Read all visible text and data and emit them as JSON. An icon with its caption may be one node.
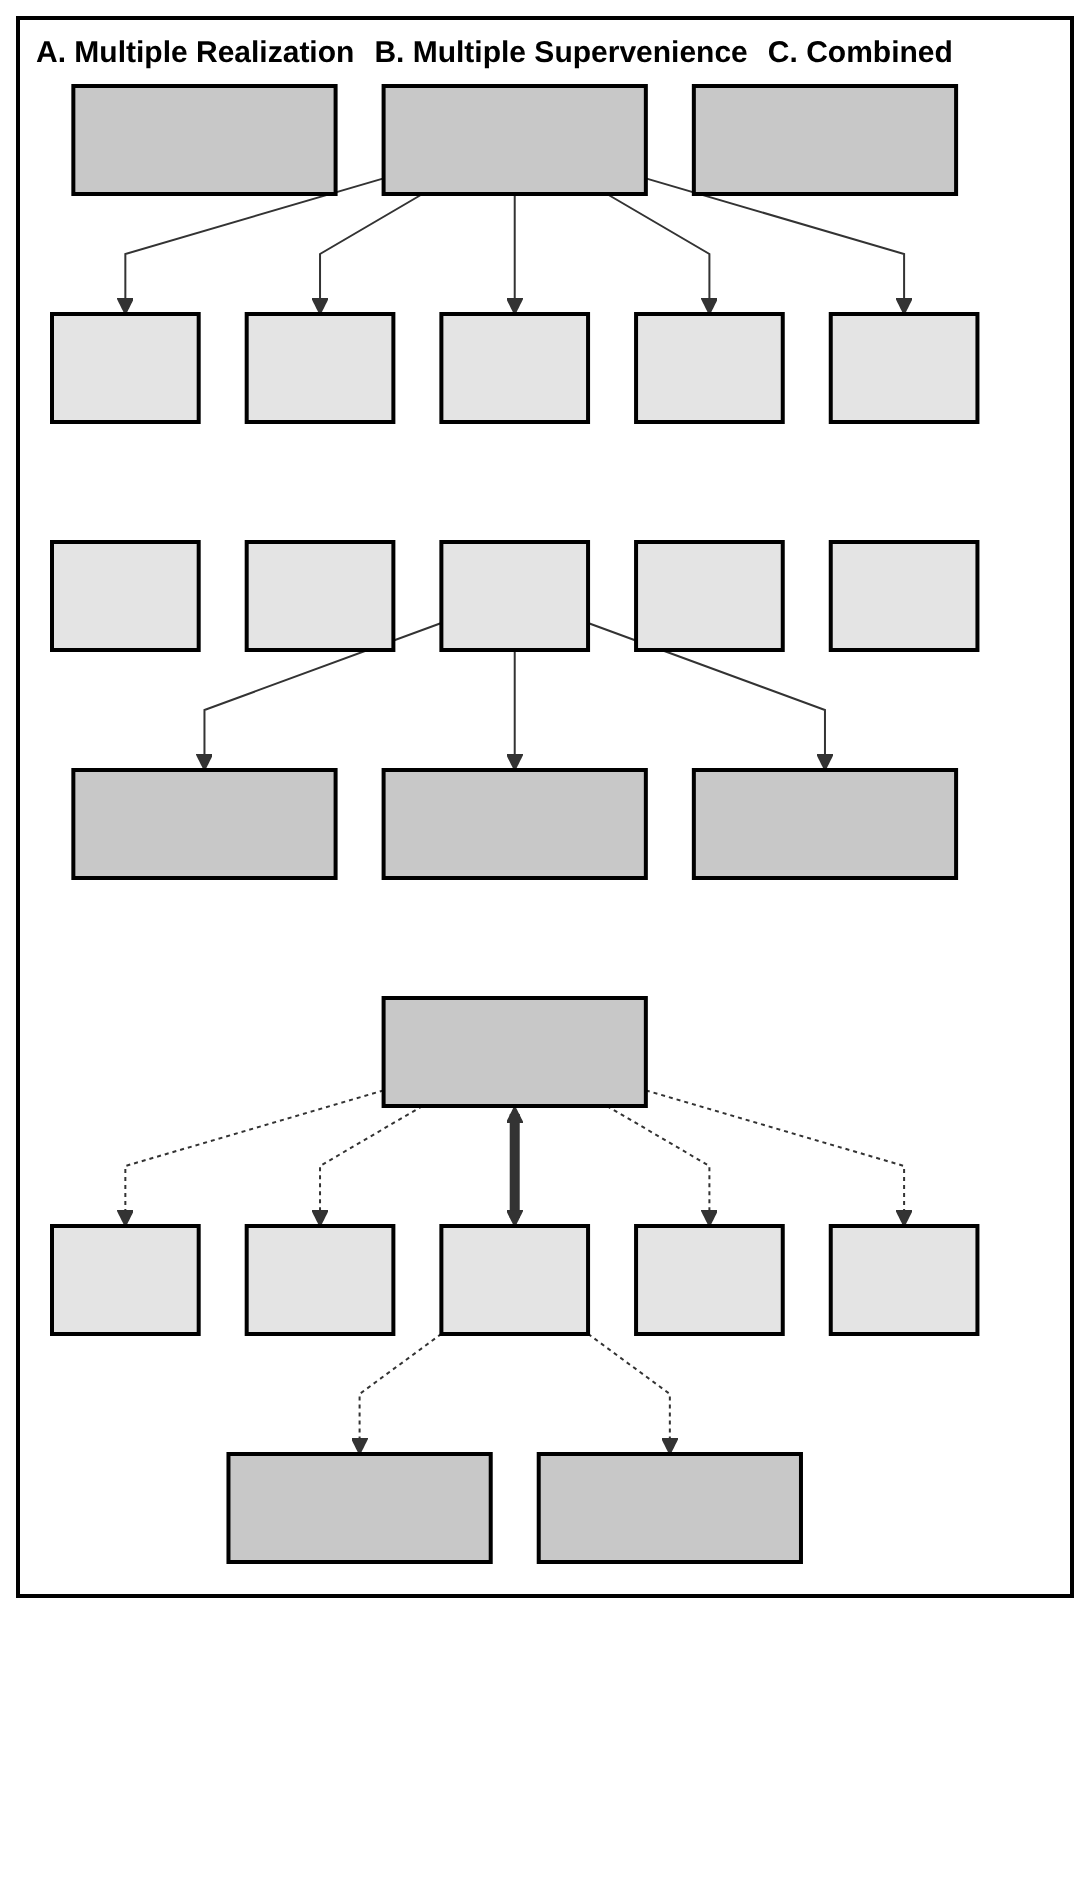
{
  "diagram": {
    "nodes": [
      {
        "text": [],
        "shape": "box"
      },
      {
        "text": [],
        "shape": "box"
      },
      {
        "text": [],
        "shape": "box"
      },
      {
        "text": [],
        "shape": "box"
      },
      {
        "text": [],
        "shape": "box"
      },
      {
        "text": [],
        "shape": "box"
      },
      {
        "text": [],
        "shape": "box"
      },
      {
        "text": [],
        "shape": "box"
      },
      {
        "text": [],
        "shape": "box"
      },
      {
        "text": [],
        "shape": "box"
      },
      {
        "text": [],
        "shape": "box"
      },
      {
        "text": [],
        "shape": "box"
      },
      {
        "text": [],
        "shape": "box"
      },
      {
        "text": [],
        "shape": "box"
      },
      {
        "text": [],
        "shape": "box"
      },
      {
        "text": [],
        "shape": "box"
      },
      {
        "text": [],
        "shape": "box"
      },
      {
        "text": [],
        "shape": "box"
      },
      {
        "text": [],
        "shape": "box"
      },
      {
        "text": [],
        "shape": "box"
      },
      {
        "text": [],
        "shape": "box"
      },
      {
        "text": [],
        "shape": "box"
      },
      {
        "text": [],
        "shape": "box"
      },
      {
        "text": [],
        "shape": "box"
      }
    ],
    "edges": [
      {
        "from": 1,
        "to": 3,
        "arrow": "to"
      },
      {
        "from": 1,
        "to": 4,
        "arrow": "to"
      },
      {
        "from": 1,
        "to": 5,
        "arrow": "to"
      },
      {
        "from": 1,
        "to": 6,
        "arrow": "to"
      },
      {
        "from": 1,
        "to": 7,
        "arrow": "to"
      },
      {
        "from": 13,
        "to": 8,
        "arrow": "to"
      },
      {
        "from": 13,
        "to": 9,
        "arrow": "to"
      },
      {
        "from": 13,
        "to": 10,
        "arrow": "to"
      },
      {
        "from": 21,
        "to": 16,
        "arrow": "to",
        "style": "dashed"
      },
      {
        "from": 21,
        "to": 18,
        "arrow": "to",
        "style": "dashed"
      },
      {
        "from": 17,
        "to": 19,
        "arrow": "to",
        "style": "dashed"
      },
      {
        "from": 17,
        "to": 20,
        "arrow": "to",
        "style": "dashed"
      },
      {
        "from": 17,
        "to": 21,
        "arrow": "both",
        "style": "thick"
      },
      {
        "from": 17,
        "to": 22,
        "arrow": "to",
        "style": "dashed"
      },
      {
        "from": 17,
        "to": 23,
        "arrow": "to",
        "style": "dashed"
      }
    ],
    "labels": [
      "A. Multiple Realization",
      "B. Multiple Supervenience",
      "C. Combined"
    ]
  }
}
